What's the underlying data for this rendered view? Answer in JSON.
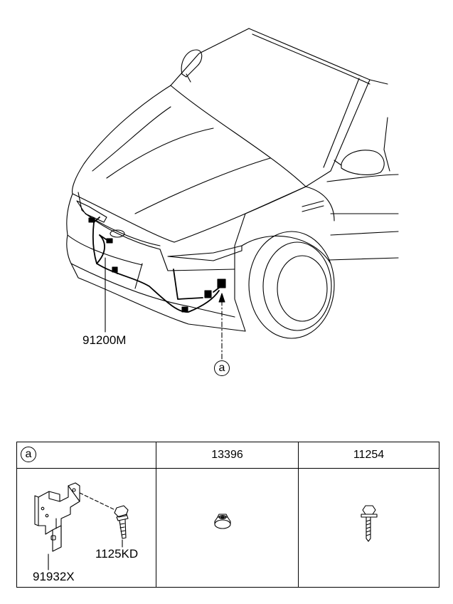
{
  "diagram": {
    "harness_part_number": "91200M",
    "callout_marker": "a"
  },
  "parts_table": {
    "columns": [
      {
        "header": "a",
        "header_is_callout": true
      },
      {
        "header": "13396"
      },
      {
        "header": "11254"
      }
    ],
    "column_a_parts": {
      "bracket_part_number": "91932X",
      "bolt_part_number": "1125KD"
    }
  }
}
